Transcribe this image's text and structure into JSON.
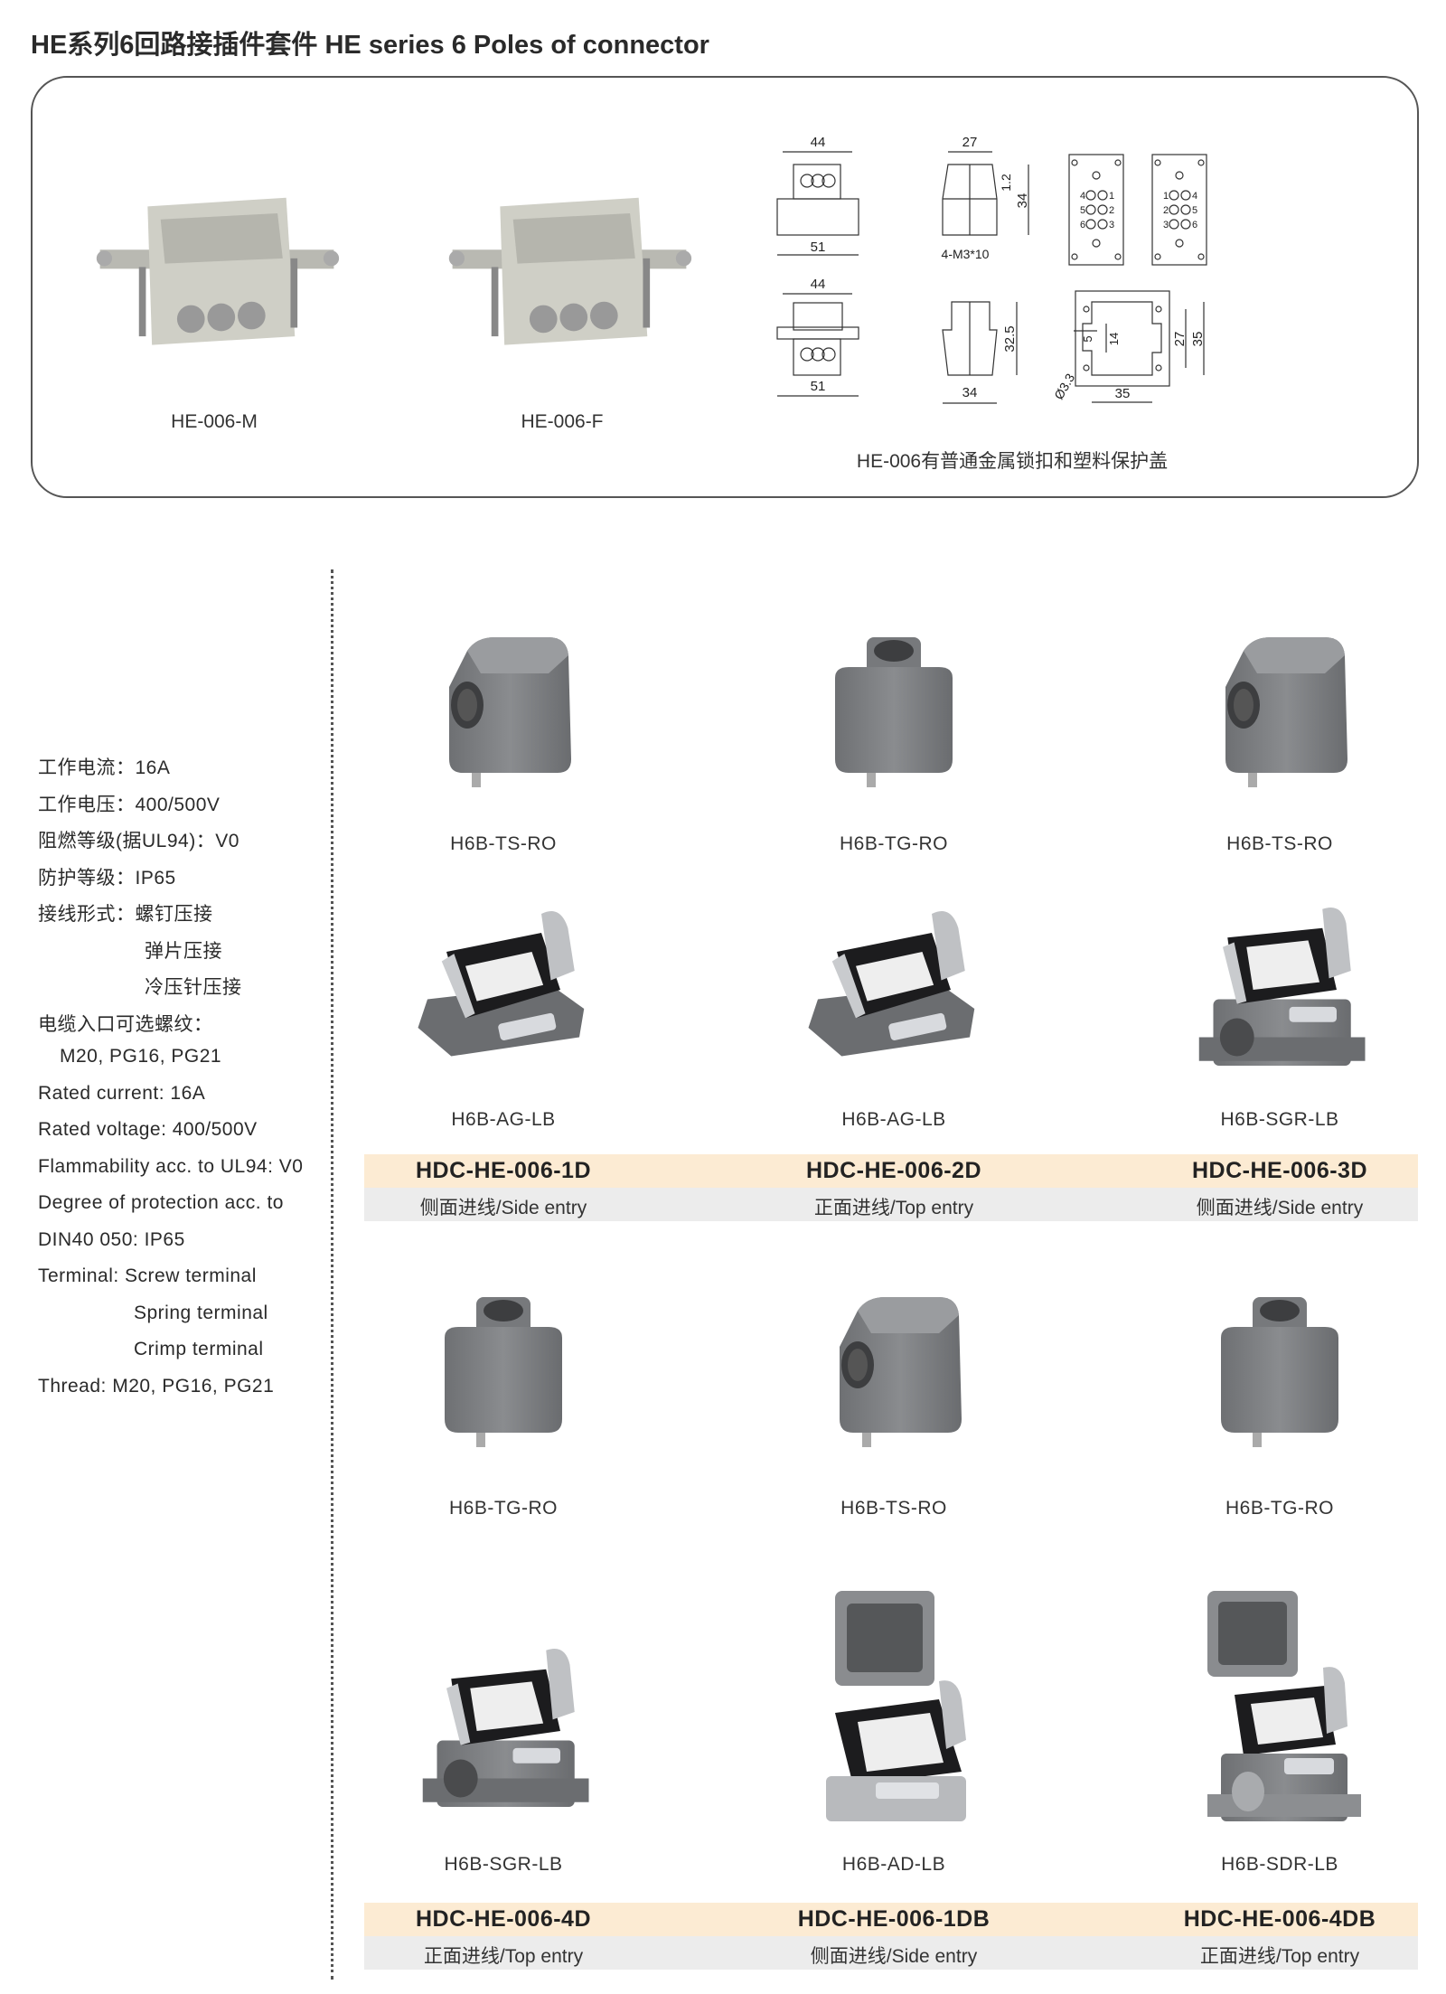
{
  "title": "HE系列6回路接插件套件 HE series 6 Poles of connector",
  "inserts": [
    {
      "label": "HE-006-M"
    },
    {
      "label": "HE-006-F"
    }
  ],
  "drawing": {
    "caption": "HE-006有普通金属锁扣和塑料保护盖",
    "dims": {
      "top_width_a": "44",
      "base_width_a": "51",
      "top_width_b": "44",
      "base_width_b": "51",
      "side_width": "27",
      "offset": "1.2",
      "height": "34",
      "screw": "4-M3*10",
      "height_b": "32.5",
      "depth": "34",
      "cut_w": "5",
      "cut_h": "14",
      "hole_pitch": "27",
      "plate_h": "35",
      "plate_w": "35",
      "hole_dia": "Ø3.3"
    },
    "pins_male": [
      "4",
      "1",
      "5",
      "2",
      "6",
      "3"
    ],
    "pins_female": [
      "1",
      "4",
      "2",
      "5",
      "3",
      "6"
    ]
  },
  "specs": [
    "工作电流：16A",
    "工作电压：400/500V",
    "阻燃等级(据UL94)：V0",
    "防护等级：IP65",
    "接线形式：螺钉压接",
    "弹片压接",
    "冷压针压接",
    "电缆入口可选螺纹：",
    "M20, PG16, PG21",
    "Rated current: 16A",
    "Rated voltage: 400/500V",
    "Flammability acc. to UL94: V0",
    "Degree of protection acc. to",
    "DIN40 050: IP65",
    "Terminal: Screw terminal",
    "Spring terminal",
    "Crimp terminal",
    "Thread: M20, PG16, PG21"
  ],
  "products": [
    {
      "label": "H6B-TS-RO"
    },
    {
      "label": "H6B-TG-RO"
    },
    {
      "label": "H6B-TS-RO"
    },
    {
      "label": "H6B-AG-LB"
    },
    {
      "label": "H6B-AG-LB"
    },
    {
      "label": "H6B-SGR-LB"
    },
    {
      "label": "H6B-TG-RO"
    },
    {
      "label": "H6B-TS-RO"
    },
    {
      "label": "H6B-TG-RO"
    },
    {
      "label": "H6B-SGR-LB"
    },
    {
      "label": "H6B-AD-LB"
    },
    {
      "label": "H6B-SDR-LB"
    }
  ],
  "kits": [
    {
      "code": "HDC-HE-006-1D",
      "entry": "侧面进线/Side entry"
    },
    {
      "code": "HDC-HE-006-2D",
      "entry": "正面进线/Top entry"
    },
    {
      "code": "HDC-HE-006-3D",
      "entry": "侧面进线/Side entry"
    },
    {
      "code": "HDC-HE-006-4D",
      "entry": "正面进线/Top entry"
    },
    {
      "code": "HDC-HE-006-1DB",
      "entry": "侧面进线/Side entry"
    },
    {
      "code": "HDC-HE-006-4DB",
      "entry": "正面进线/Top entry"
    }
  ],
  "colors": {
    "band_peach": "#fcebd3",
    "band_gray": "#ececec",
    "hood_gray": "#7d7f82"
  }
}
